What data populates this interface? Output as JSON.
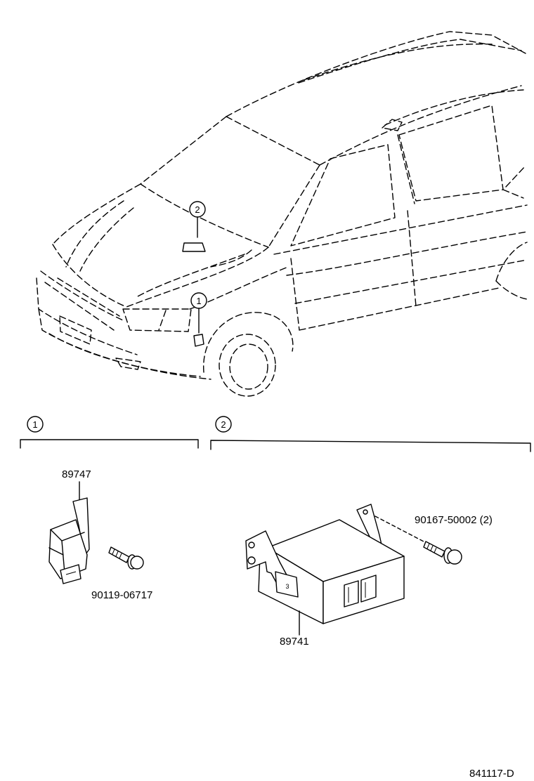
{
  "callouts": {
    "one": "1",
    "two": "2"
  },
  "sections": {
    "one": "1",
    "two": "2"
  },
  "parts": {
    "sensor": "89747",
    "sensor_bolt": "90119-06717",
    "ecu": "89741",
    "ecu_bolt": "90167-50002 (2)"
  },
  "box_mark": "3",
  "figure_code": "841117-D"
}
